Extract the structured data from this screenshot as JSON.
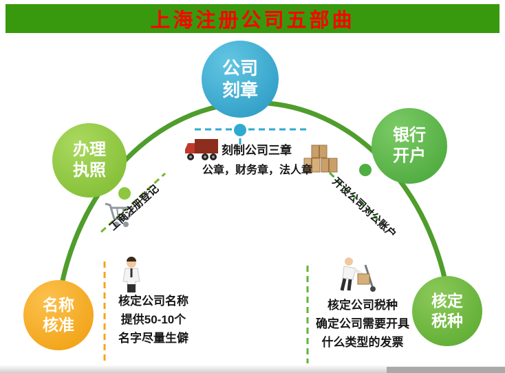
{
  "header": {
    "title": "上海注册公司五部曲",
    "bg_color": "#39990e",
    "text_color": "#ff0000"
  },
  "steps": [
    {
      "name": "名称核准",
      "line1": "名称",
      "line2": "核准",
      "color": "#f5a31c"
    },
    {
      "name": "办理执照",
      "line1": "办理",
      "line2": "执照",
      "color": "#8dc63f"
    },
    {
      "name": "公司刻章",
      "line1": "公司",
      "line2": "刻章",
      "color": "#2ea9cf"
    },
    {
      "name": "银行开户",
      "line1": "银行",
      "line2": "开户",
      "color": "#4fae41"
    },
    {
      "name": "核定税种",
      "line1": "核定",
      "line2": "税种",
      "color": "#63b23a"
    }
  ],
  "annotations": {
    "seal_title": "刻制公司三章",
    "seal_detail": "公章，财务章，法人章",
    "register_label": "工商注册登记",
    "bank_label": "开设公司对公账户",
    "name_title": "核定公司名称",
    "name_line2": "提供50-10个",
    "name_line3": "名字尽量生僻",
    "tax_title": "核定公司税种",
    "tax_line2": "确定公司需要开具",
    "tax_line3": "什么类型的发票"
  },
  "icons": [
    "truck-icon",
    "cart-icon",
    "boxes-icon",
    "businessman-icon",
    "worker-icon"
  ],
  "arc_color": "#4f9d2c"
}
